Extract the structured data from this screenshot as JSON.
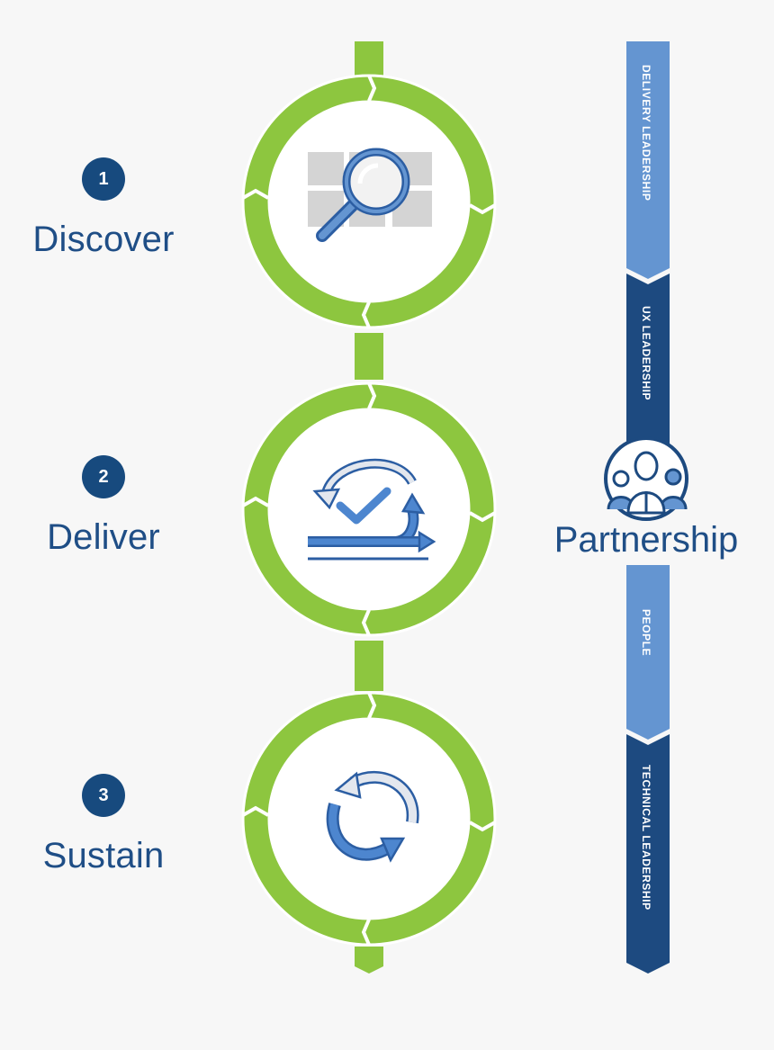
{
  "steps": [
    {
      "number": "1",
      "label": "Discover",
      "icon": "magnifier-over-grid-icon"
    },
    {
      "number": "2",
      "label": "Deliver",
      "icon": "agile-cycle-checkmark-icon"
    },
    {
      "number": "3",
      "label": "Sustain",
      "icon": "refresh-cycle-icon"
    }
  ],
  "bands": [
    {
      "label": "DELIVERY LEADERSHIP",
      "color": "#6495d1"
    },
    {
      "label": "UX LEADERSHIP",
      "color": "#1d4a80"
    },
    {
      "label": "PEOPLE",
      "color": "#6495d1"
    },
    {
      "label": "TECHNICAL LEADERSHIP",
      "color": "#1d4a80"
    }
  ],
  "partnership": {
    "label": "Partnership",
    "icon": "team-people-icon"
  },
  "colors": {
    "ring_green": "#8dc63f",
    "dark_blue": "#174a7e",
    "light_blue": "#6495d1",
    "icon_blue": "#4d7cc4",
    "light_gray": "#d4d4d4",
    "background": "#f7f7f7"
  }
}
